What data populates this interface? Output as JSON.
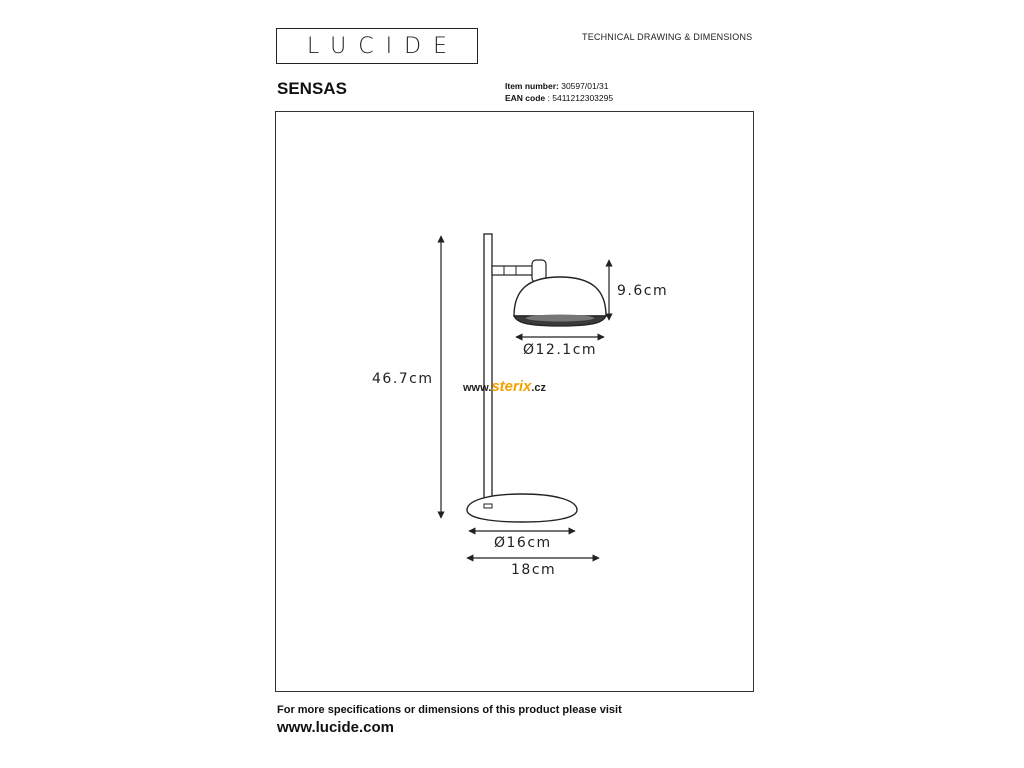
{
  "header": {
    "logo_text": "LUCIDE",
    "doc_title": "TECHNICAL DRAWING & DIMENSIONS"
  },
  "product": {
    "name": "SENSAS",
    "item_number_label": "Item number:",
    "item_number_value": "30597/01/31",
    "ean_label": "EAN code",
    "ean_value": ": 5411212303295"
  },
  "dimensions": {
    "height": "46.7cm",
    "shade_height": "9.6cm",
    "shade_diameter": "Ø12.1cm",
    "base_diameter": "Ø16cm",
    "total_width": "18cm"
  },
  "watermark": {
    "prefix": "www.",
    "brand": "sterix",
    "suffix": ".cz"
  },
  "footer": {
    "note": "For more specifications or dimensions of this product please visit",
    "url": "www.lucide.com"
  }
}
